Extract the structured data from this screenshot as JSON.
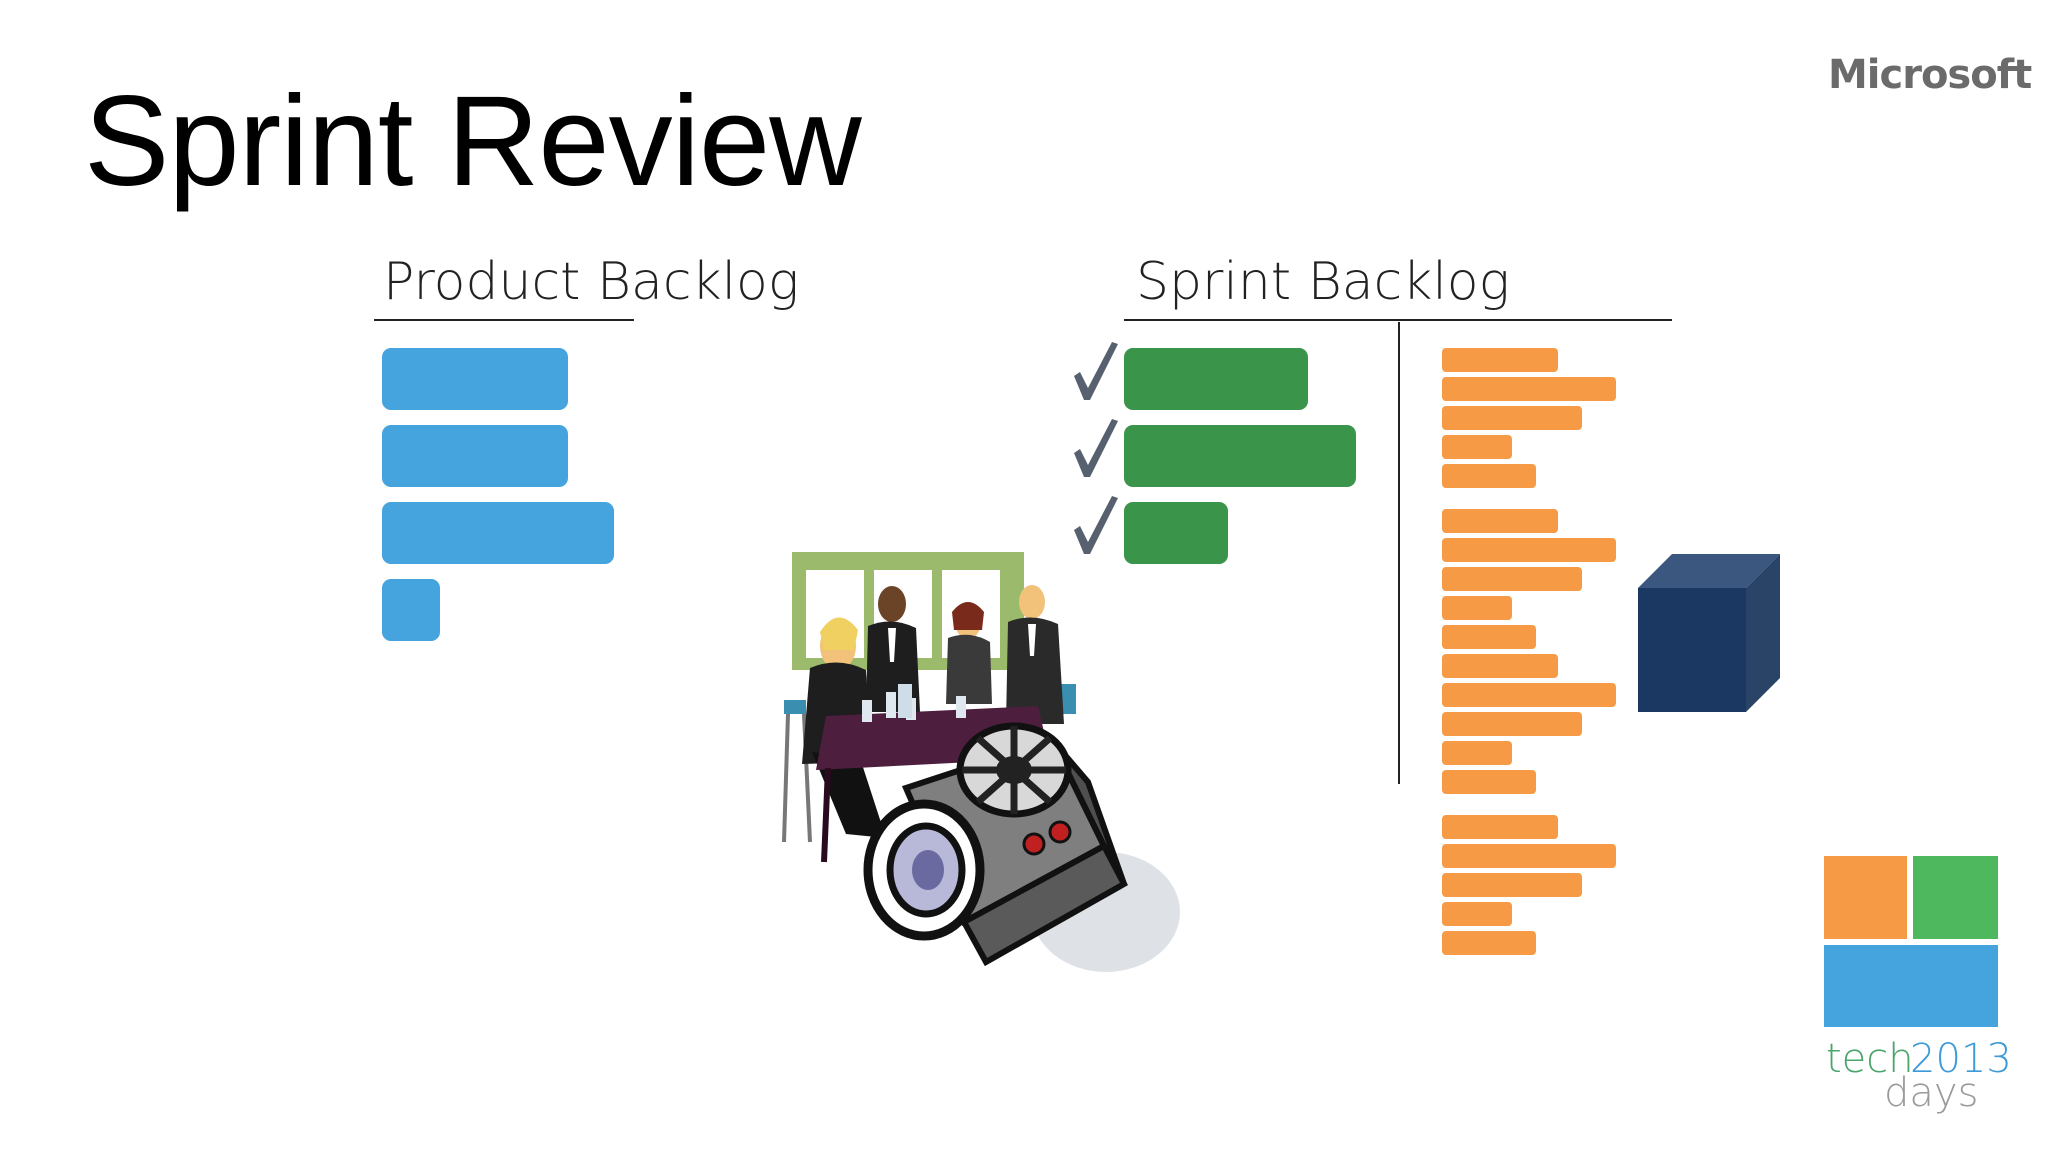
{
  "slide": {
    "title": "Sprint Review",
    "brand": "Microsoft",
    "product_backlog": {
      "heading": "Product Backlog",
      "item_count": 4,
      "color": "#45A3DE"
    },
    "sprint_backlog": {
      "heading": "Sprint Backlog",
      "done_item_count": 3,
      "done_color": "#3A954B",
      "check_color": "#56606E",
      "task_count": 20,
      "task_color": "#F79A45",
      "increment_icon": "cube-icon",
      "increment_color": "#1B3862"
    },
    "illustration": {
      "icons": [
        "meeting-people-icon",
        "movie-projector-icon"
      ]
    },
    "event_logo": {
      "words": [
        "tech",
        "2013",
        "days"
      ],
      "tile_colors": [
        "#F79A45",
        "#4EB85F",
        "#45A3DE"
      ]
    }
  }
}
